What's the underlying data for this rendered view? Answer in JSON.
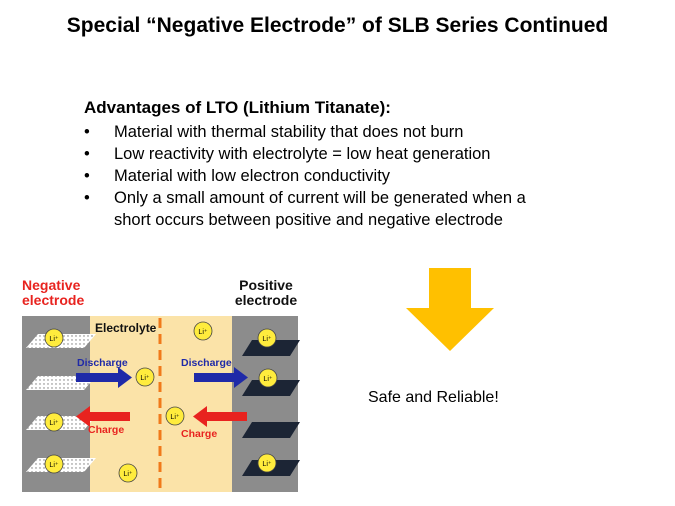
{
  "slide": {
    "title": "Special “Negative Electrode” of SLB Series Continued"
  },
  "advantages": {
    "heading": "Advantages of LTO (Lithium Titanate):",
    "bullet_symbol": "•",
    "items": [
      "Material with thermal stability that does not burn",
      "Low reactivity with electrolyte = low heat generation",
      "Material with low electron conductivity",
      "Only a small amount of current will be generated when a short occurs between positive and negative electrode"
    ],
    "item4_line1": "Only a small amount of current will be generated when a",
    "item4_line2": "short occurs between positive and negative electrode"
  },
  "diagram": {
    "negative_label_line1": "Negative",
    "negative_label_line2": "electrode",
    "positive_label_line1": "Positive",
    "positive_label_line2": "electrode",
    "electrolyte_label": "Electrolyte",
    "ion_label": "Li⁺",
    "discharge_label": "Discharge",
    "charge_label": "Charge",
    "colors": {
      "negative_text": "#e8231f",
      "electrolyte_bg": "#fbe3a8",
      "electrode_bg": "#8c8c8c",
      "separator": "#f07a1a",
      "discharge_arrow": "#1f2aa8",
      "charge_arrow": "#e8231f",
      "ion_fill": "#ffec3d"
    }
  },
  "result": {
    "arrow_icon": "down-arrow-icon",
    "arrow_color": "#ffc000",
    "text": "Safe and Reliable!"
  }
}
